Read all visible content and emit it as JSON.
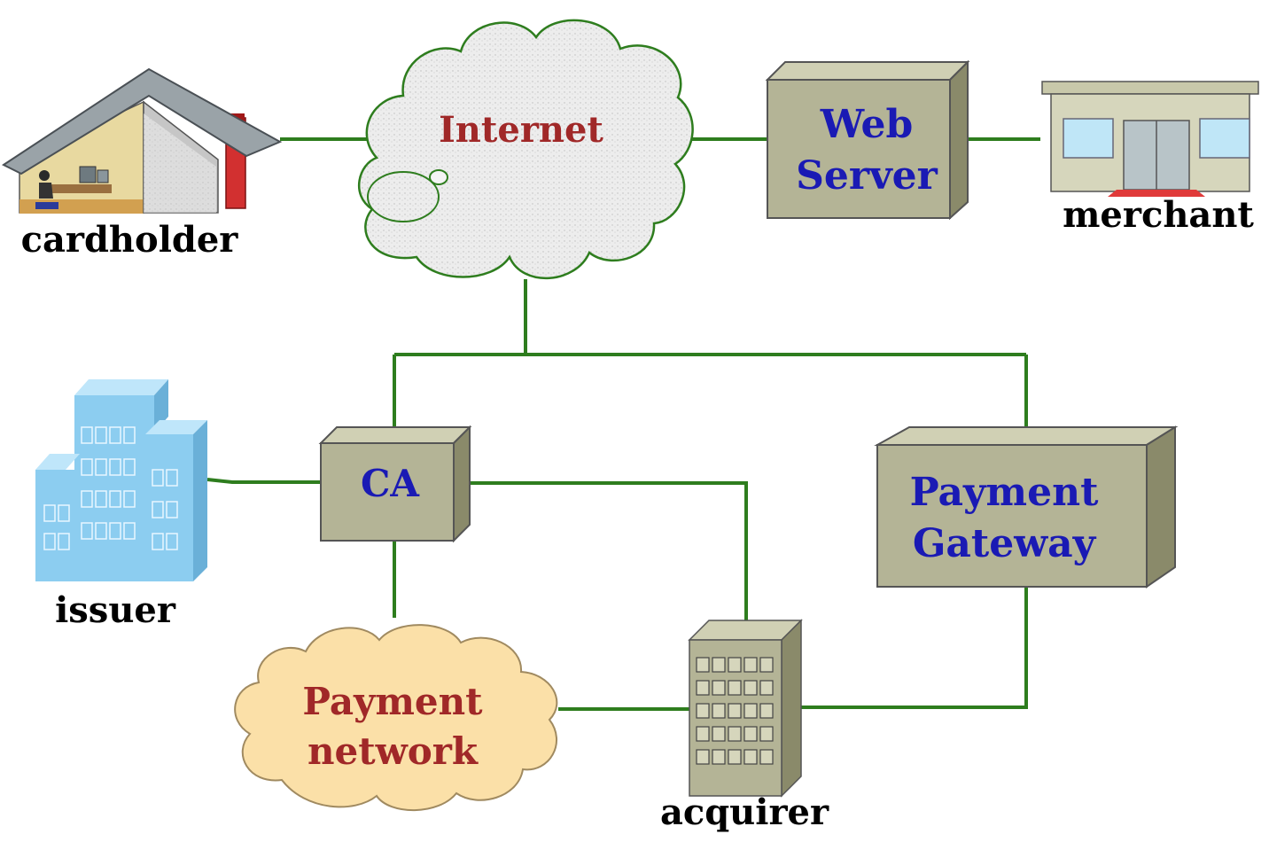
{
  "nodes": {
    "cardholder": {
      "label": "cardholder"
    },
    "internet": {
      "label": "Internet"
    },
    "web_server": {
      "line1": "Web",
      "line2": "Server"
    },
    "merchant": {
      "label": "merchant"
    },
    "issuer": {
      "label": "issuer"
    },
    "ca": {
      "label": "CA"
    },
    "payment_gateway": {
      "line1": "Payment",
      "line2": "Gateway"
    },
    "payment_network": {
      "line1": "Payment",
      "line2": "network"
    },
    "acquirer": {
      "label": "acquirer"
    }
  },
  "colors": {
    "link": "#2e7d1e",
    "box_face": "#b4b496",
    "cloud_internet": "#f4f4f4",
    "cloud_payment": "#fbe0a8",
    "label_red": "#a02828",
    "label_blue": "#1a1ab4",
    "building_blue": "#8ccdf0"
  },
  "icons": [
    "house-icon",
    "cloud-icon",
    "server-box-icon",
    "storefront-icon",
    "office-building-icon",
    "tower-building-icon"
  ]
}
